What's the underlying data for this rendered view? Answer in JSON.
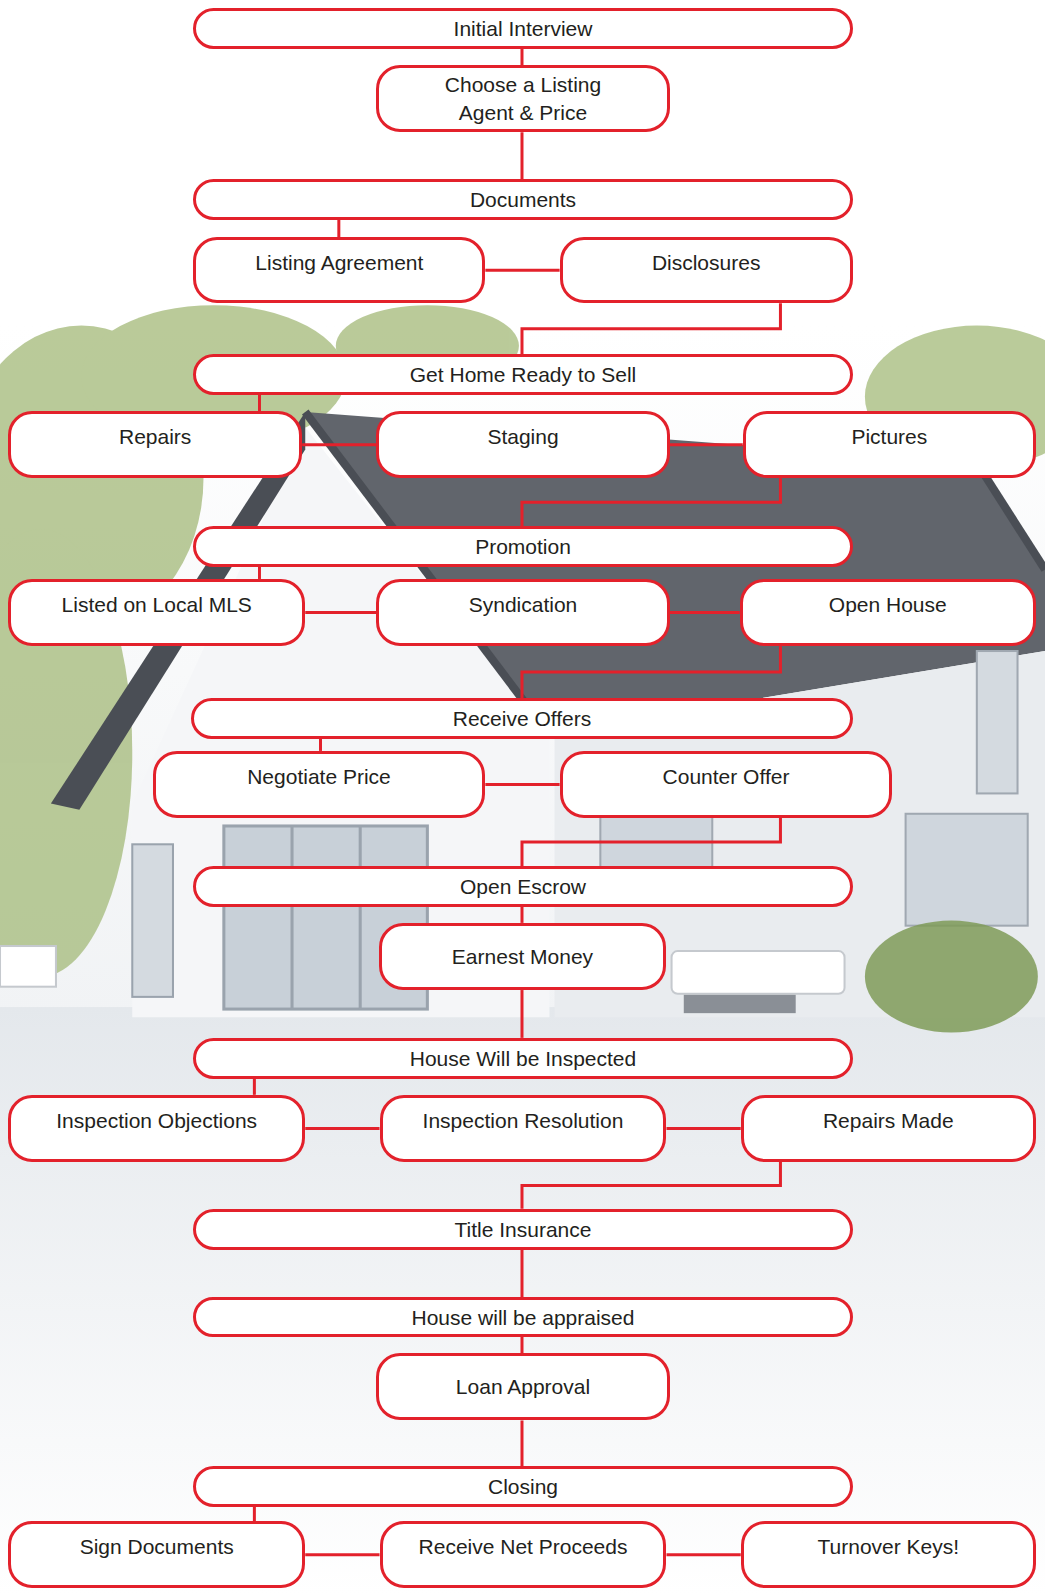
{
  "diagram": {
    "nodes": [
      {
        "text": [
          "Initial Interview"
        ]
      },
      {
        "text": [
          "Choose a Listing Agent & Price"
        ]
      },
      {
        "text": [
          "Documents"
        ]
      },
      {
        "text": [
          "Listing Agreement"
        ]
      },
      {
        "text": [
          "Disclosures"
        ]
      },
      {
        "text": [
          "Get Home Ready to Sell"
        ]
      },
      {
        "text": [
          "Repairs"
        ]
      },
      {
        "text": [
          "Staging"
        ]
      },
      {
        "text": [
          "Pictures"
        ]
      },
      {
        "text": [
          "Promotion"
        ]
      },
      {
        "text": [
          "Listed on Local MLS"
        ]
      },
      {
        "text": [
          "Syndication"
        ]
      },
      {
        "text": [
          "Open House"
        ]
      },
      {
        "text": [
          "Receive Offers"
        ]
      },
      {
        "text": [
          "Negotiate Price"
        ]
      },
      {
        "text": [
          "Counter Offer"
        ]
      },
      {
        "text": [
          "Open Escrow"
        ]
      },
      {
        "text": [
          "Earnest Money"
        ]
      },
      {
        "text": [
          "House Will be Inspected"
        ]
      },
      {
        "text": [
          "Inspection Objections"
        ]
      },
      {
        "text": [
          "Inspection Resolution"
        ]
      },
      {
        "text": [
          "Repairs Made"
        ]
      },
      {
        "text": [
          "Title Insurance"
        ]
      },
      {
        "text": [
          "House will be appraised"
        ]
      },
      {
        "text": [
          "Loan Approval"
        ]
      },
      {
        "text": [
          "Closing"
        ]
      },
      {
        "text": [
          "Sign Documents"
        ]
      },
      {
        "text": [
          "Receive Net Proceeds"
        ]
      },
      {
        "text": [
          "Turnover Keys!"
        ]
      }
    ],
    "edges": [
      {
        "from": 0,
        "to": 1,
        "arrow": "none"
      },
      {
        "from": 1,
        "to": 2,
        "arrow": "none"
      },
      {
        "from": 2,
        "to": 3,
        "arrow": "none"
      },
      {
        "from": 3,
        "to": 4,
        "arrow": "none"
      },
      {
        "from": 4,
        "to": 5,
        "arrow": "none"
      },
      {
        "from": 5,
        "to": 6,
        "arrow": "none"
      },
      {
        "from": 6,
        "to": 7,
        "arrow": "none"
      },
      {
        "from": 7,
        "to": 8,
        "arrow": "none"
      },
      {
        "from": 8,
        "to": 9,
        "arrow": "none"
      },
      {
        "from": 9,
        "to": 10,
        "arrow": "none"
      },
      {
        "from": 10,
        "to": 11,
        "arrow": "none"
      },
      {
        "from": 11,
        "to": 12,
        "arrow": "none"
      },
      {
        "from": 12,
        "to": 13,
        "arrow": "none"
      },
      {
        "from": 13,
        "to": 14,
        "arrow": "none"
      },
      {
        "from": 14,
        "to": 15,
        "arrow": "none"
      },
      {
        "from": 15,
        "to": 16,
        "arrow": "none"
      },
      {
        "from": 16,
        "to": 17,
        "arrow": "none"
      },
      {
        "from": 17,
        "to": 18,
        "arrow": "none"
      },
      {
        "from": 18,
        "to": 19,
        "arrow": "none"
      },
      {
        "from": 19,
        "to": 20,
        "arrow": "none"
      },
      {
        "from": 20,
        "to": 21,
        "arrow": "none"
      },
      {
        "from": 21,
        "to": 22,
        "arrow": "none"
      },
      {
        "from": 22,
        "to": 23,
        "arrow": "none"
      },
      {
        "from": 23,
        "to": 24,
        "arrow": "none"
      },
      {
        "from": 24,
        "to": 25,
        "arrow": "none"
      },
      {
        "from": 25,
        "to": 26,
        "arrow": "none"
      },
      {
        "from": 26,
        "to": 27,
        "arrow": "none"
      },
      {
        "from": 27,
        "to": 28,
        "arrow": "none"
      }
    ]
  }
}
